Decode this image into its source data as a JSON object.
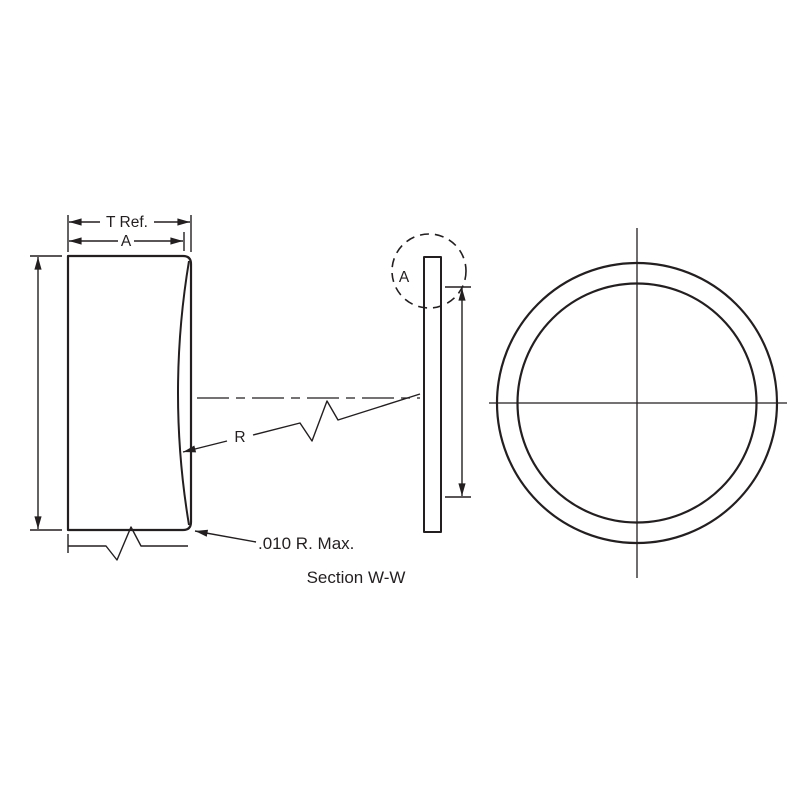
{
  "labels": {
    "thickness_dim": "T Ref.",
    "width_dim": "A",
    "radius": "R",
    "detail_mark": "A",
    "corner_radius_note": ".010 R. Max.",
    "section_caption": "Section W-W"
  },
  "colors": {
    "line": "#231f20",
    "background": "#ffffff"
  }
}
